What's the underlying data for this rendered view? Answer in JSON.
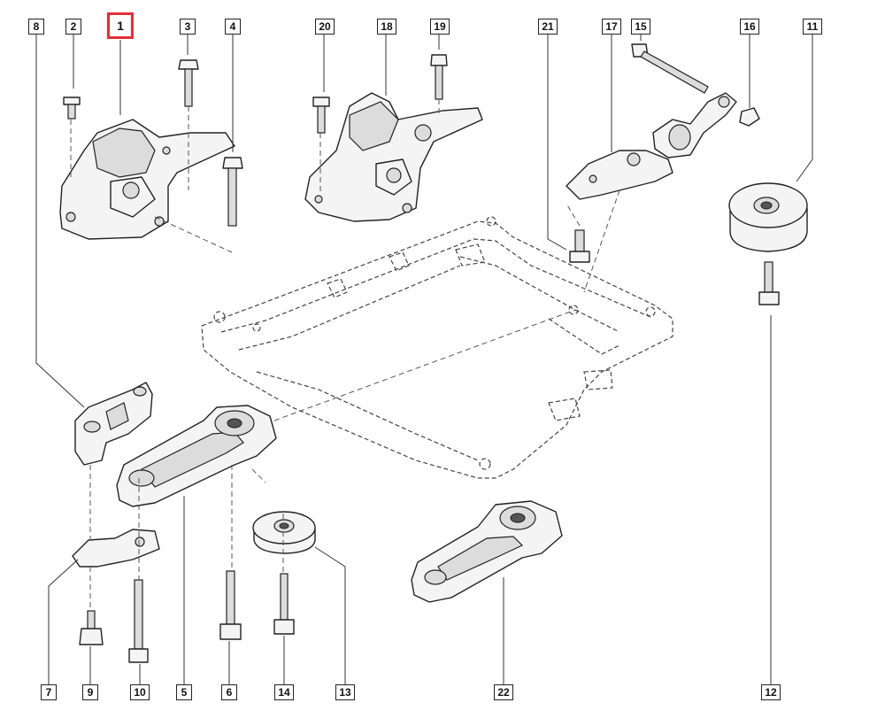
{
  "callouts": [
    {
      "id": "c8",
      "label": "8"
    },
    {
      "id": "c2",
      "label": "2"
    },
    {
      "id": "c1",
      "label": "1",
      "highlighted": true
    },
    {
      "id": "c3",
      "label": "3"
    },
    {
      "id": "c4",
      "label": "4"
    },
    {
      "id": "c20",
      "label": "20"
    },
    {
      "id": "c18",
      "label": "18"
    },
    {
      "id": "c19",
      "label": "19"
    },
    {
      "id": "c21",
      "label": "21"
    },
    {
      "id": "c17",
      "label": "17"
    },
    {
      "id": "c15",
      "label": "15"
    },
    {
      "id": "c16",
      "label": "16"
    },
    {
      "id": "c11",
      "label": "11"
    },
    {
      "id": "c7",
      "label": "7"
    },
    {
      "id": "c9",
      "label": "9"
    },
    {
      "id": "c10",
      "label": "10"
    },
    {
      "id": "c5",
      "label": "5"
    },
    {
      "id": "c6",
      "label": "6"
    },
    {
      "id": "c14",
      "label": "14"
    },
    {
      "id": "c13",
      "label": "13"
    },
    {
      "id": "c22",
      "label": "22"
    },
    {
      "id": "c12",
      "label": "12"
    }
  ],
  "colors": {
    "highlight": "#e0303a",
    "line": "#333333",
    "part_fill": "#f4f4f4"
  }
}
